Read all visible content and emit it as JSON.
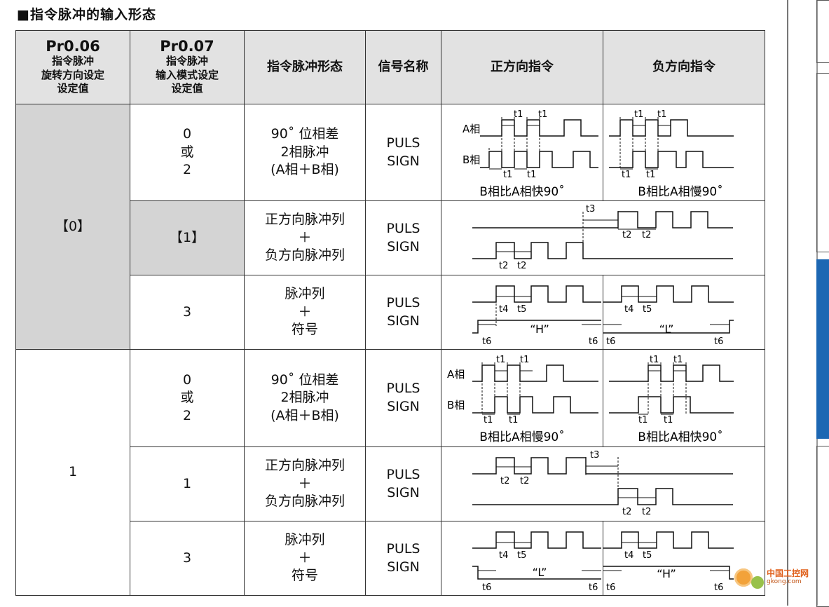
{
  "title": "■指令脉冲的输入形态",
  "header": {
    "c1": {
      "code": "Pr0.06",
      "lines": [
        "指令脉冲",
        "旋转方向设定",
        "设定值"
      ]
    },
    "c2": {
      "code": "Pr0.07",
      "lines": [
        "指令脉冲",
        "输入模式设定",
        "设定值"
      ]
    },
    "c3": "指令脉冲形态",
    "c4": "信号名称",
    "c5": "正方向指令",
    "c6": "负方向指令"
  },
  "rows": [
    {
      "pr06": "【0】",
      "pr07": [
        "0",
        "或",
        "2"
      ],
      "form": [
        "90˚ 位相差",
        "2相脉冲",
        "(A相＋B相)"
      ],
      "signal": [
        "PULS",
        "SIGN"
      ],
      "pos_caption": "B相比A相快90˚",
      "neg_caption": "B相比A相慢90˚"
    },
    {
      "pr07": [
        "【1】"
      ],
      "form": [
        "正方向脉冲列",
        "＋",
        "负方向脉冲列"
      ],
      "signal": [
        "PULS",
        "SIGN"
      ]
    },
    {
      "pr07": [
        "3"
      ],
      "form": [
        "脉冲列",
        "＋",
        "符号"
      ],
      "signal": [
        "PULS",
        "SIGN"
      ],
      "pos_level": "“H”",
      "neg_level": "“L”"
    },
    {
      "pr06": "1",
      "pr07": [
        "0",
        "或",
        "2"
      ],
      "form": [
        "90˚ 位相差",
        "2相脉冲",
        "(A相＋B相)"
      ],
      "signal": [
        "PULS",
        "SIGN"
      ],
      "pos_caption": "B相比A相慢90˚",
      "neg_caption": "B相比A相快90˚"
    },
    {
      "pr07": [
        "1"
      ],
      "form": [
        "正方向脉冲列",
        "＋",
        "负方向脉冲列"
      ],
      "signal": [
        "PULS",
        "SIGN"
      ]
    },
    {
      "pr07": [
        "3"
      ],
      "form": [
        "脉冲列",
        "＋",
        "符号"
      ],
      "signal": [
        "PULS",
        "SIGN"
      ],
      "pos_level": "“L”",
      "neg_level": "“H”"
    }
  ],
  "labels": {
    "a_phase": "A相",
    "b_phase": "B相",
    "t1": "t1",
    "t2": "t2",
    "t3": "t3",
    "t4": "t4",
    "t5": "t5",
    "t6": "t6"
  },
  "watermark": {
    "cn": "中国工控网",
    "url": "gkong.com"
  },
  "colors": {
    "header_bg": "#e2e2e2",
    "gray_cell": "#d4d4d4",
    "side_tab": "#1c67b3"
  }
}
